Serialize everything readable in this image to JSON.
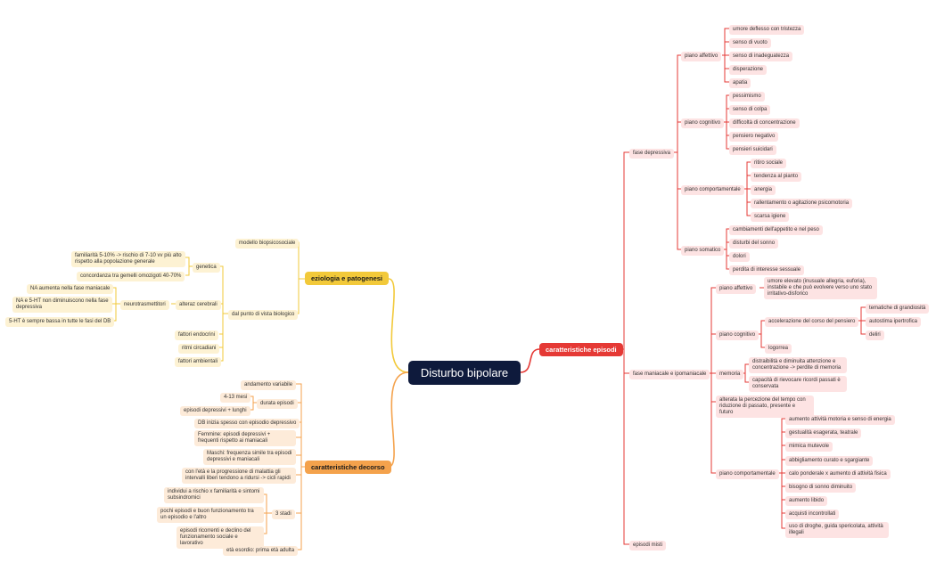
{
  "colors": {
    "root": "#0e1a3c",
    "red": "#e53935",
    "orange": "#f4a24c",
    "yellow": "#f2c93a",
    "red_bg": "#fde3e3",
    "orange_bg": "#fdebd9",
    "yellow_bg": "#fdf2d3"
  },
  "root": "Disturbo bipolare",
  "caratt_ep": {
    "label": "caratteristiche episodi",
    "fase_dep": {
      "label": "fase depressiva",
      "affettivo": {
        "label": "piano affettivo",
        "items": [
          "umore deflesso con tristezza",
          "senso di vuoto",
          "senso di inadeguatezza",
          "disperazione",
          "apatia"
        ]
      },
      "cognitivo": {
        "label": "piano cognitivo",
        "items": [
          "pessimismo",
          "senso di colpa",
          "difficoltà di concentrazione",
          "pensiero negativo",
          "pensieri suicidari"
        ]
      },
      "comportamentale": {
        "label": "piano comportamentale",
        "items": [
          "ritiro sociale",
          "tendenza al pianto",
          "anergia",
          "rallentamento o agitazione psicomotoria",
          "scarsa igiene"
        ]
      },
      "somatico": {
        "label": "piano somatico",
        "items": [
          "cambiamenti dell'appetito e nel peso",
          "disturbi del sonno",
          "dolori",
          "perdita di interesse sessuale"
        ]
      }
    },
    "fase_man": {
      "label": "fase maniacale e ipomaniacale",
      "affettivo": {
        "label": "piano affettivo",
        "item": "umore elevato (inusuale allegria, euforia), instabile e che può evolvere verso uno stato irritativo-disforico"
      },
      "cognitivo": {
        "label": "piano cognitivo",
        "accelerazione": "accelerazione del corso del pensiero",
        "acc_items": [
          "tematiche di grandiosità",
          "autostima ipertrofica",
          "deliri"
        ],
        "logorrea": "logorrea"
      },
      "memoria": {
        "label": "memoria",
        "items": [
          "distraibilità e diminuita attenzione e concentrazione -> perdite di memoria",
          "capacità di rievocare ricordi passati è conservata"
        ]
      },
      "percezione": "alterata la percezione del tempo con riduzione di passato, presente e futuro",
      "comportamentale": {
        "label": "piano comportamentale",
        "items": [
          "aumento attività motoria e senso di energia",
          "gestualità esagerata, teatrale",
          "mimica mutevole",
          "abbigliamento curato e sgargiante",
          "calo ponderale x aumento di attività fisica",
          "bisogno di sonno diminuito",
          "aumento libido",
          "acquisti incontrollati",
          "uso di droghe, guida spericolata, attività illegali"
        ]
      }
    },
    "episodi_misti": "episodi misti"
  },
  "eziologia": {
    "label": "eziologia e patogenesi",
    "modello": "modello biopsicosociale",
    "biologico": "dal punto di vista biologico",
    "genetica": {
      "label": "genetica",
      "items": [
        "familiarità 5-10% -> rischio di 7-10 vv più alto rispetto alla popolazione generale",
        "concordanza tra gemelli omozigoti 40-70%"
      ]
    },
    "cerebrali": {
      "label": "alteraz cerebrali",
      "neuro": "neurotrasmettitori",
      "items": [
        "NA aumenta nella fase maniacale",
        "NA e 5-HT non diminuiscono nella fase depressiva",
        "5-HT è sempre bassa in tutte le fasi del DB"
      ]
    },
    "others": [
      "fattori endocrini",
      "ritmi circadiani",
      "fattori ambientali"
    ]
  },
  "decorso": {
    "label": "caratteristiche decorso",
    "andamento": "andamento variabile",
    "durata": {
      "label": "durata episodi",
      "items": [
        "4-13 mesi",
        "episodi depressivi + lunghi"
      ]
    },
    "items": [
      "DB inizia spesso con episodio depressivo",
      "Femmine: episodi depressivi + frequenti rispetto ai maniacali",
      "Maschi: frequenza simile tra episodi depressivi e maniacali",
      "con l'età e la progressione di malattia gli intervalli liberi tendono a ridursi -> cicli rapidi"
    ],
    "stadi": {
      "label": "3 stadi",
      "items": [
        "individui a rischio x familiarità e sintomi subsindromici",
        "pochi episodi e buon funzionamento tra un episodio e l'altro",
        "episodi ricorrenti e declino del funzionamento sociale e lavorativo"
      ]
    },
    "esordio": "età esordio: prima età adulta"
  }
}
